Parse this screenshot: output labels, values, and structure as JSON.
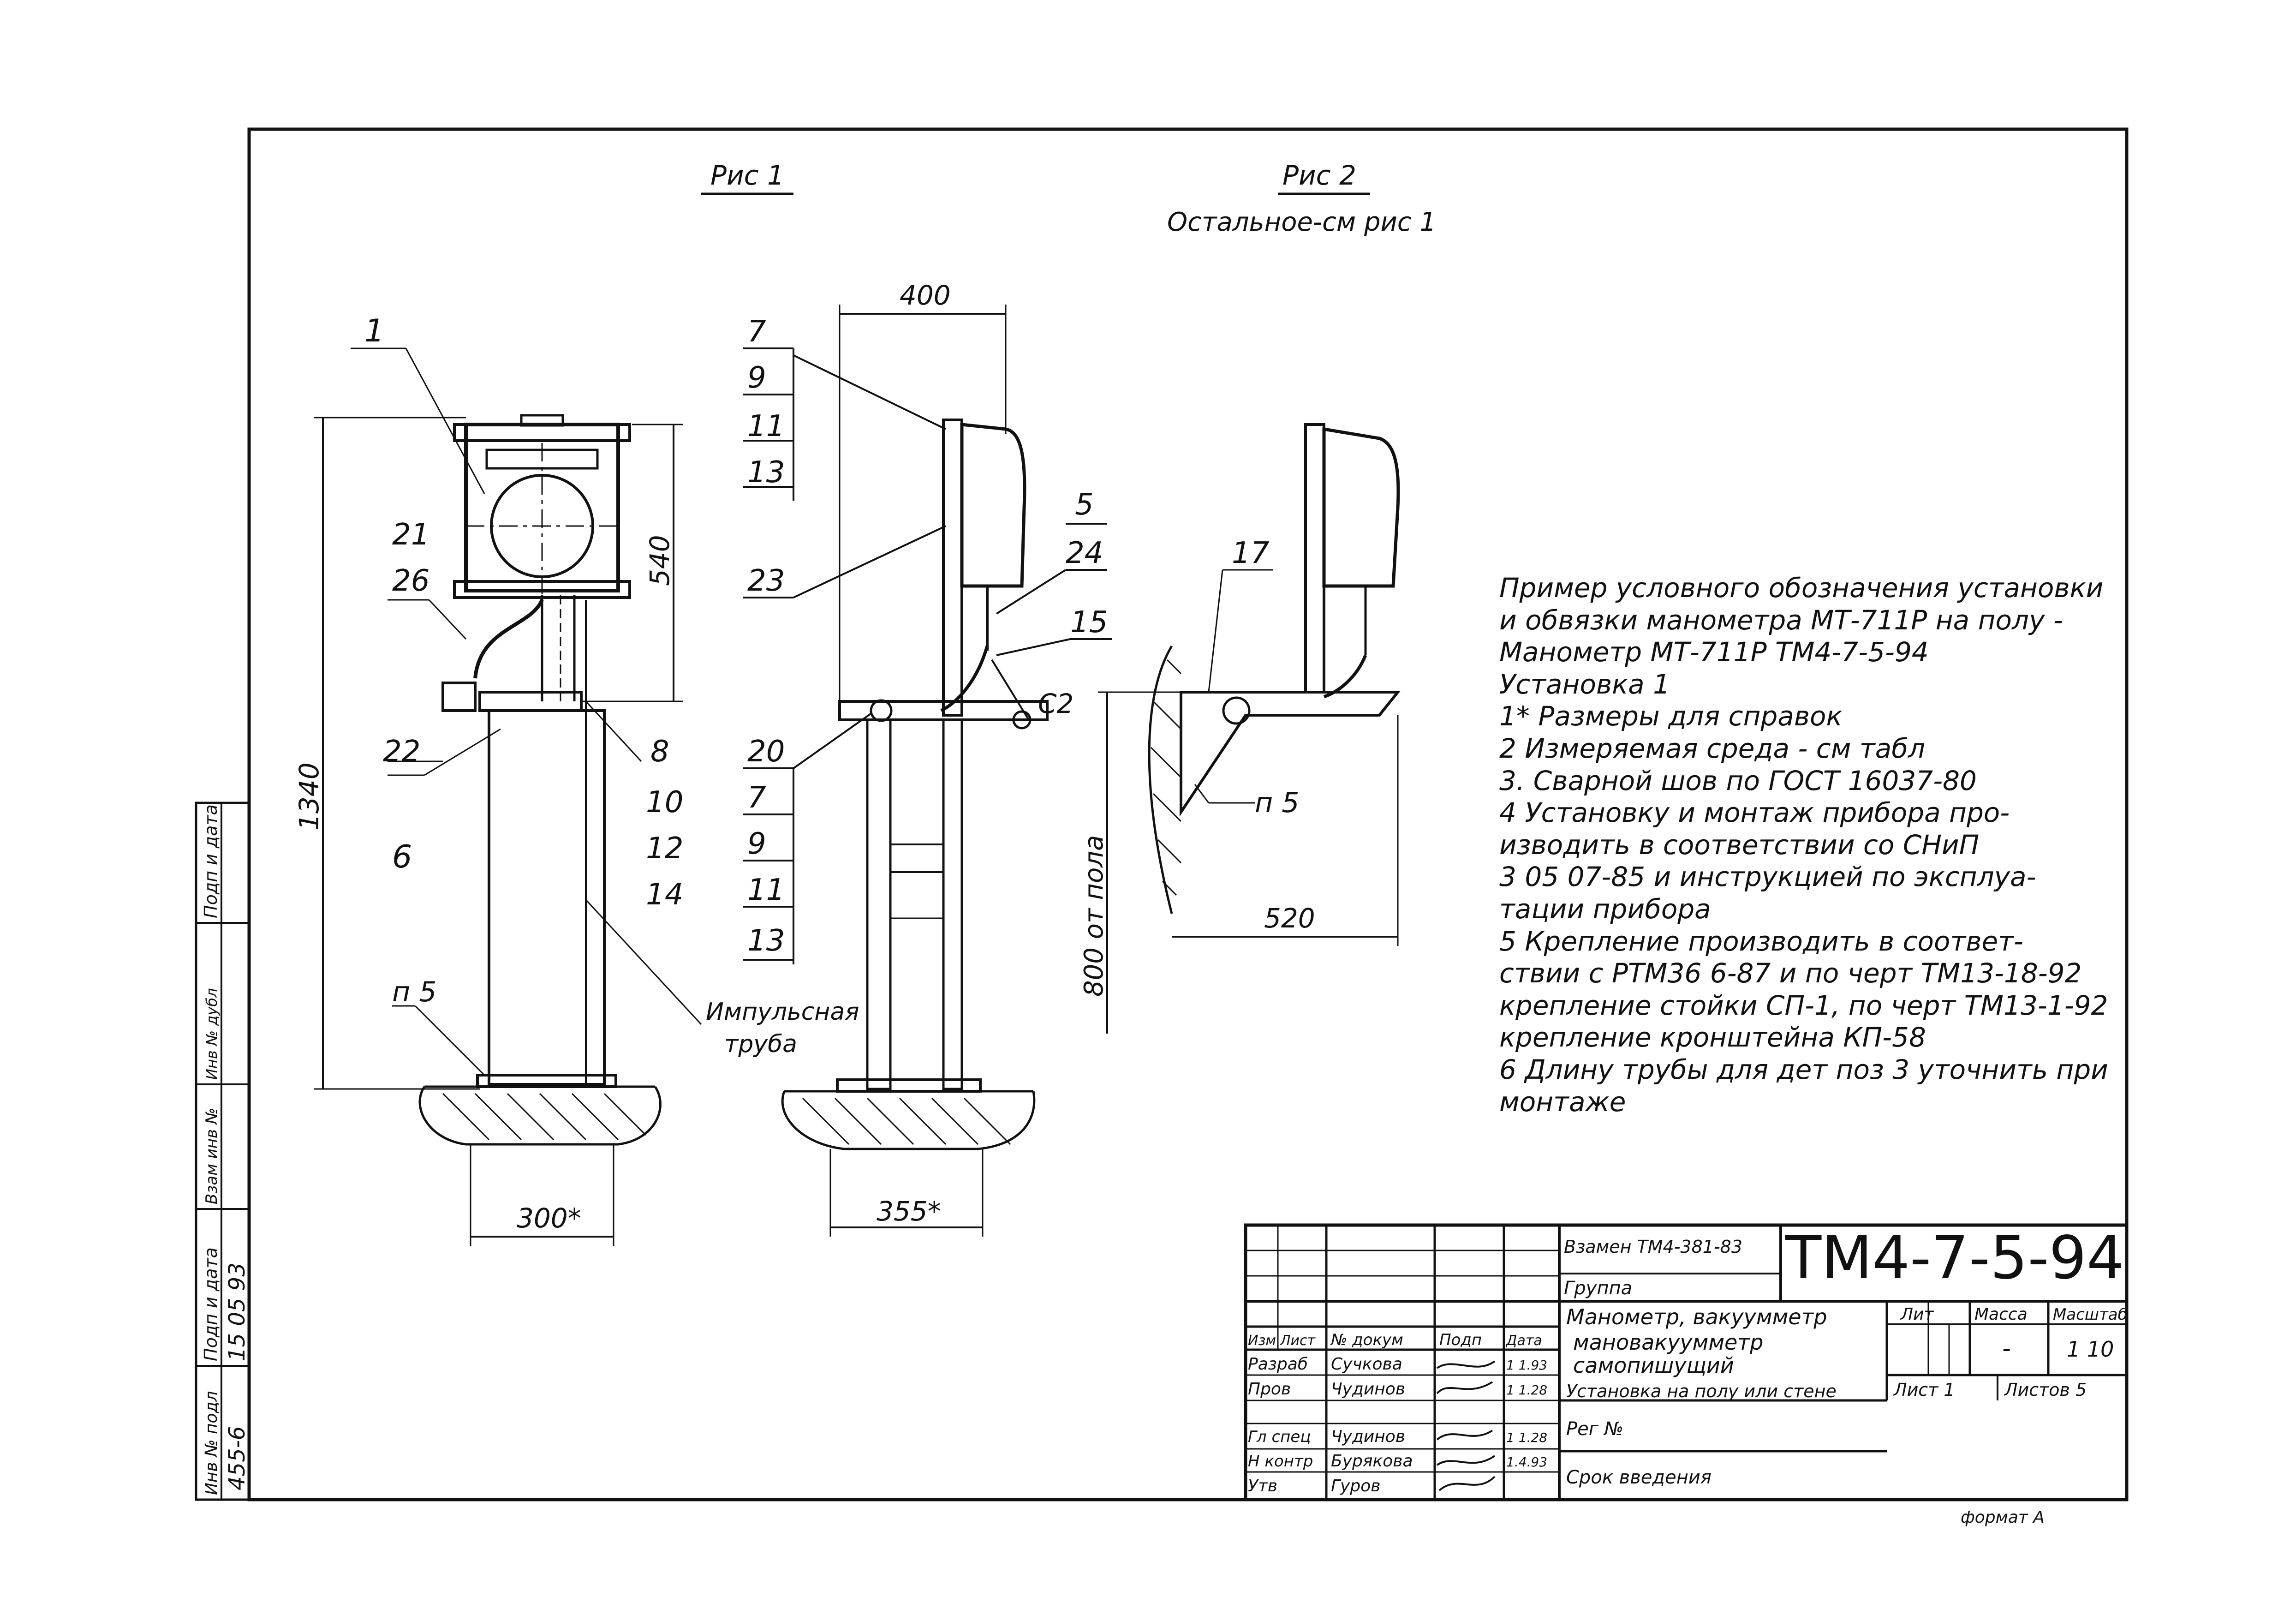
{
  "figures": {
    "fig1_title": "Рис 1",
    "fig2_title": "Рис 2",
    "fig2_subtitle": "Остальное-см рис 1"
  },
  "callouts": {
    "fig1": [
      "1",
      "21",
      "26",
      "22",
      "6",
      "8",
      "10",
      "12",
      "14",
      "п 5"
    ],
    "fig2": [
      "7",
      "9",
      "11",
      "13",
      "23",
      "5",
      "24",
      "15",
      "С2",
      "20",
      "7",
      "9",
      "11",
      "13"
    ],
    "fig3": [
      "17",
      "п 5"
    ]
  },
  "dimensions": {
    "d1340": "1340",
    "d540": "540",
    "d300": "300*",
    "d400": "400",
    "d355": "355*",
    "d520": "520",
    "d800": "800 от пола"
  },
  "labels": {
    "impulse_pipe_1": "Импульсная",
    "impulse_pipe_2": "труба"
  },
  "notes": [
    "Пример условного обозначения установки",
    "и обвязки манометра МТ-711Р на полу -",
    "Манометр МТ-711Р ТМ4-7-5-94",
    "Установка 1",
    "1* Размеры для справок",
    "2 Измеряемая среда - см табл",
    "3. Сварной шов по ГОСТ 16037-80",
    "4 Установку и монтаж прибора про-",
    "изводить в соответствии со СНиП",
    "3 05 07-85 и инструкцией по эксплуа-",
    "тации прибора",
    "5 Крепление производить в соответ-",
    "ствии с РТМ36 6-87 и по черт ТМ13-18-92",
    "крепление стойки СП-1, по черт ТМ13-1-92",
    "крепление кронштейна КП-58",
    "6 Длину трубы для дет поз 3 уточнить при",
    "монтаже"
  ],
  "side_stamp": {
    "labels": [
      "Подп и дата",
      "Инв № дубл",
      "Взам инв №",
      "Подп и дата",
      "Инв № подл"
    ],
    "values": [
      "",
      "",
      "",
      "15 05 93",
      "455-6"
    ]
  },
  "title_block": {
    "replaces": "Взамен ТМ4-381-83",
    "group": "Группа",
    "doc_code": "ТМ4-7-5-94",
    "header_cols": [
      "Изм",
      "Лист",
      "№ докум",
      "Подп",
      "Дата"
    ],
    "roles": [
      {
        "role": "Разраб",
        "name": "Сучкова",
        "date": "1 1.93"
      },
      {
        "role": "Пров",
        "name": "Чудинов",
        "date": "1 1.28"
      },
      {
        "role": "Гл спец",
        "name": "Чудинов",
        "date": "1 1.28"
      },
      {
        "role": "Н контр",
        "name": "Бурякова",
        "date": "1.4.93"
      },
      {
        "role": "Утв",
        "name": "Гуров",
        "date": ""
      }
    ],
    "title_lines": [
      "Манометр, вакуумметр",
      "мановакуумметр",
      "самопишущий",
      "Установка на полу или стене"
    ],
    "lit_label": "Лит",
    "mass_label": "Масса",
    "scale_label": "Масштаб",
    "mass_value": "-",
    "scale_value": "1 10",
    "sheet": "Лист 1",
    "sheets": "Листов 5",
    "reg_no": "Рег №",
    "intro_date": "Срок введения",
    "format": "формат А"
  }
}
